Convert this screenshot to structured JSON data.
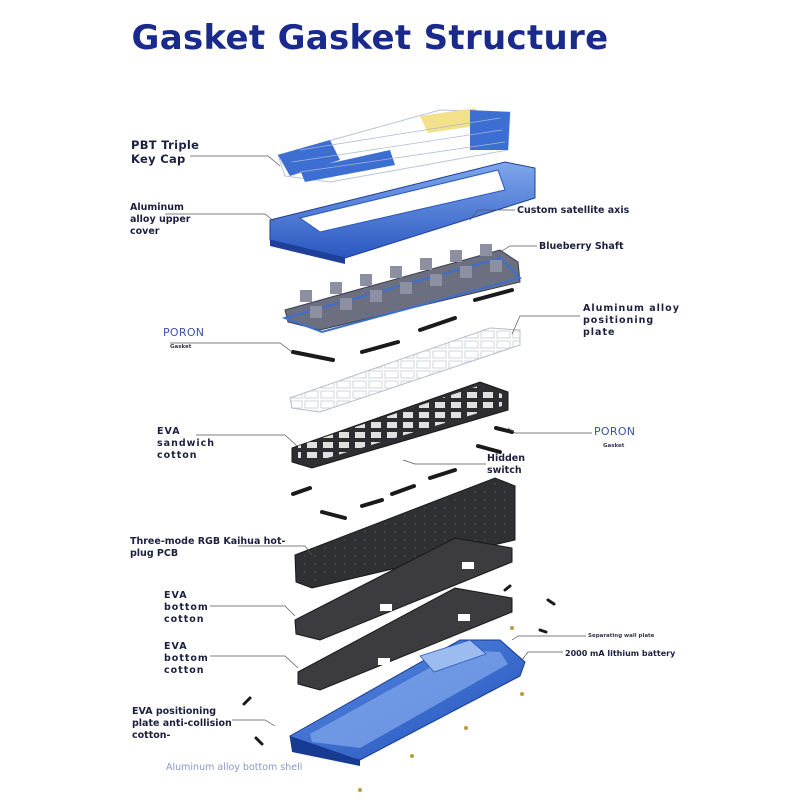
{
  "title": "Gasket Gasket Structure",
  "labels": {
    "keycap": "PBT Triple\nKey Cap",
    "upper_cover": "Aluminum\nalloy upper\ncover",
    "satellite_axis": "Custom satellite axis",
    "blueberry_shaft": "Blueberry Shaft",
    "poron_left": "PORON",
    "poron_left_sub": "Gasket",
    "positioning_plate": "Aluminum alloy\npositioning\nplate",
    "eva_sandwich": "EVA\nsandwich\ncotton",
    "poron_right": "PORON",
    "poron_right_sub": "Gasket",
    "hidden_switch": "Hidden\nswitch",
    "pcb": "Three-mode RGB Kaihua hot-\nplug PCB",
    "eva_bottom_1": "EVA\nbottom\ncotton",
    "eva_bottom_2": "EVA\nbottom\ncotton",
    "separating_plate": "Separating wall plate",
    "battery": "2000 mA lithium battery",
    "anti_collision": "EVA positioning\nplate anti-collision\ncotton-",
    "bottom_shell": "Aluminum alloy bottom shell"
  },
  "colors": {
    "title": "#1a2a8c",
    "blue": "#3c6fd1",
    "dark_blue": "#1e3f9a",
    "plate_white": "#f3f4f6",
    "dark_layer": "#2a2a2e",
    "leader": "#555555"
  }
}
